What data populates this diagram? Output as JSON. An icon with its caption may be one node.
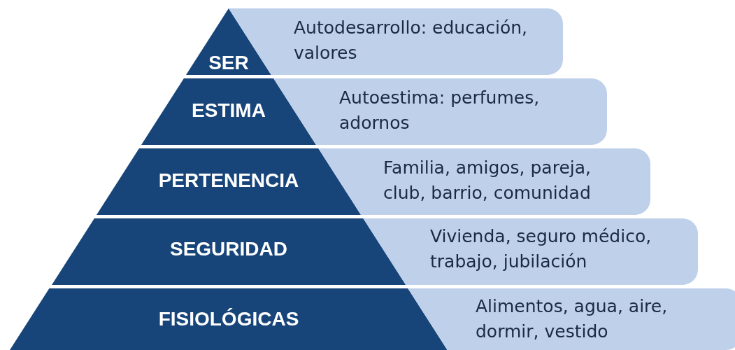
{
  "diagram": {
    "nodes": [
      {
        "text": [
          "SER"
        ]
      },
      {
        "text": [
          "Autodesarrollo: educación, valores"
        ]
      },
      {
        "text": [
          "ESTIMA"
        ]
      },
      {
        "text": [
          "Autoestima: perfumes, adornos"
        ]
      },
      {
        "text": [
          "PERTENENCIA"
        ]
      },
      {
        "text": [
          "Familia, amigos, pareja, club, barrio, comunidad"
        ]
      },
      {
        "text": [
          "SEGURIDAD"
        ]
      },
      {
        "text": [
          "Vivienda, seguro médico, trabajo, jubilación"
        ]
      },
      {
        "text": [
          "FISIOLÓGICAS"
        ]
      },
      {
        "text": [
          "Alimentos, agua, aire, dormir, vestido"
        ]
      }
    ]
  }
}
